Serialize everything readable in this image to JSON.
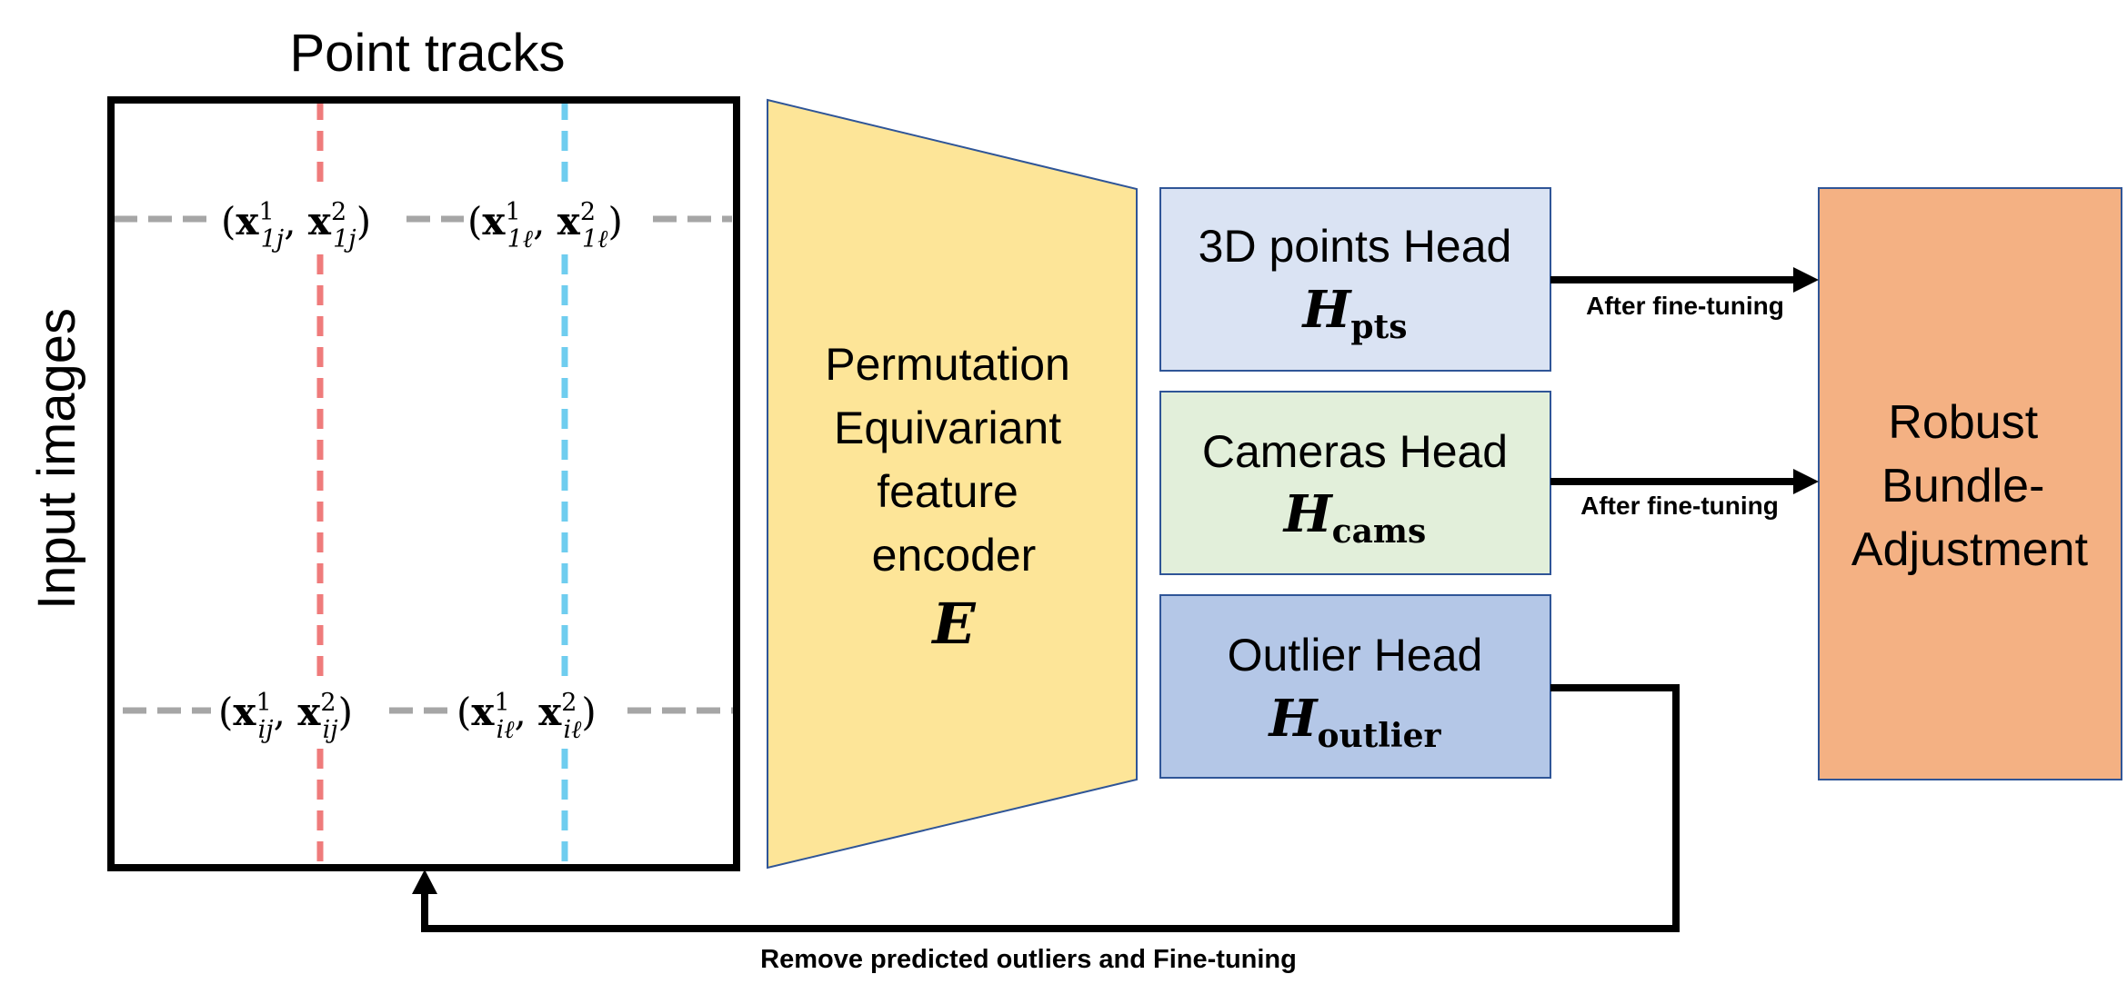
{
  "input_panel": {
    "title": "Point tracks",
    "side_label": "Input images",
    "tracks_top": {
      "left": {
        "vec": "x",
        "sup1": "1",
        "sup2": "2",
        "sub": "1j"
      },
      "right": {
        "vec": "x",
        "sup1": "1",
        "sup2": "2",
        "sub": "1ℓ"
      }
    },
    "tracks_bottom": {
      "left": {
        "vec": "x",
        "sup1": "1",
        "sup2": "2",
        "sub": "ij"
      },
      "right": {
        "vec": "x",
        "sup1": "1",
        "sup2": "2",
        "sub": "iℓ"
      }
    },
    "colors": {
      "frame": "#000000",
      "red_track": "#ef7b7b",
      "blue_track": "#6fcdef",
      "row_line": "#a6a6a6"
    }
  },
  "encoder": {
    "line1": "Permutation",
    "line2": "Equivariant",
    "line3": "feature",
    "line4": "encoder",
    "symbol": "E",
    "fill": "#fde598",
    "stroke": "#2f5597"
  },
  "heads": {
    "points": {
      "title": "3D points Head",
      "symbol": "H",
      "subscript": "pts",
      "fill": "#dae3f3"
    },
    "cams": {
      "title": "Cameras Head",
      "symbol": "H",
      "subscript": "cams",
      "fill": "#e2efda"
    },
    "outlier": {
      "title": "Outlier Head",
      "symbol": "H",
      "subscript": "outlier",
      "fill": "#b4c7e7"
    },
    "stroke": "#2f5597"
  },
  "bundle": {
    "line1": "Robust",
    "line2": "Bundle-",
    "line3": "Adjustment",
    "fill": "#f4b183",
    "stroke": "#2f5597"
  },
  "arrows": {
    "points_label": "After fine-tuning",
    "cams_label": "After fine-tuning",
    "feedback_label": "Remove predicted outliers and Fine-tuning"
  }
}
